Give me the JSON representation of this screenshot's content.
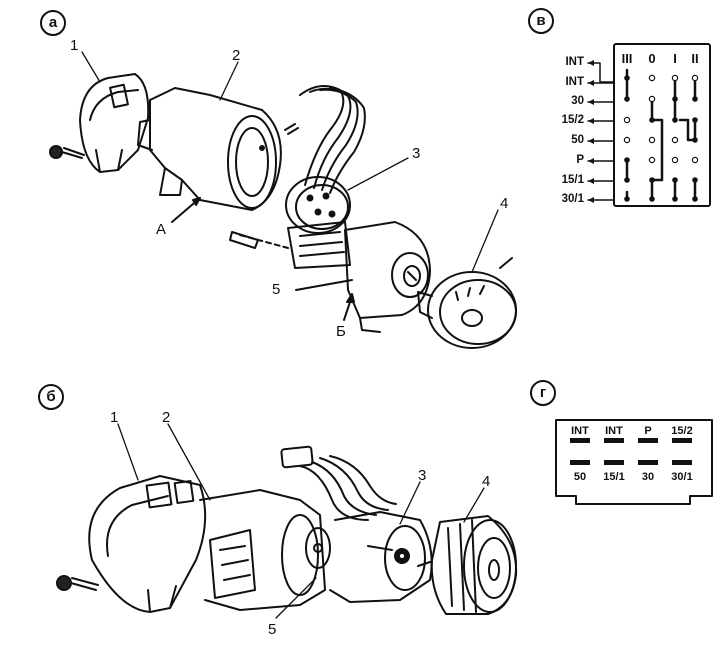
{
  "panels": {
    "a": "а",
    "b": "б",
    "v": "в",
    "g": "г"
  },
  "exploded_labels": [
    "1",
    "2",
    "3",
    "4",
    "5"
  ],
  "assembled_labels": [
    "1",
    "2",
    "3",
    "4",
    "5"
  ],
  "pointer_labels": {
    "A": "А",
    "B": "Б"
  },
  "switch_table": {
    "columns": [
      "III",
      "0",
      "I",
      "II"
    ],
    "terminals": [
      "INT",
      "INT",
      "30",
      "15/2",
      "50",
      "P",
      "15/1",
      "30/1"
    ]
  },
  "connector": {
    "top_row": [
      "INT",
      "INT",
      "P",
      "15/2"
    ],
    "bottom_row": [
      "50",
      "15/1",
      "30",
      "30/1"
    ]
  }
}
